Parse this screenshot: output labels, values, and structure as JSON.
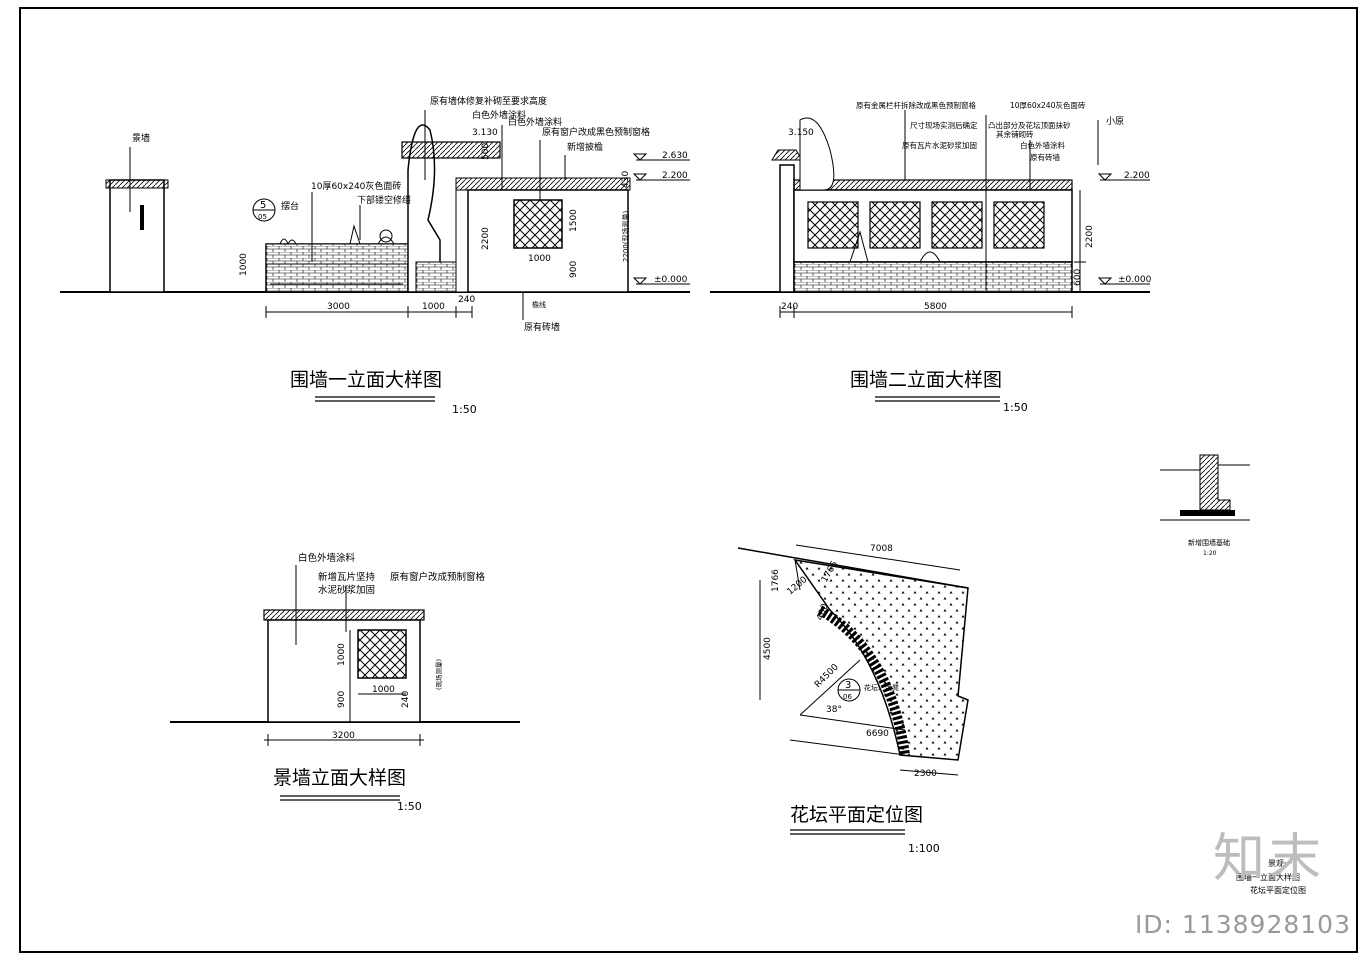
{
  "titles": {
    "wall1": "围墙一立面大样图",
    "wall2": "围墙二立面大样图",
    "landscape_wall": "景墙立面大样图",
    "flowerbed": "花坛平面定位图"
  },
  "scales": {
    "wall1": "1:50",
    "wall2": "1:50",
    "landscape_wall": "1:50",
    "flowerbed": "1:100"
  },
  "wall1": {
    "label_jingqiang": "景墙",
    "label_brick": "10厚60x240灰色面砖",
    "label_planter": "摆台",
    "label_lower_hollow": "下部镂空修缮",
    "label_restore": "原有墙体修复补砌至要求高度",
    "label_white_paint": "白色外墙涂料",
    "label_white_paint2": "白色外墙涂料",
    "label_window": "原有窗户改成黑色预制窗格",
    "label_new_eaves": "新增披檐",
    "label_existing_brick": "原有砖墙",
    "label_beixian": "檐线",
    "callout_top": "5",
    "callout_bottom": "05",
    "elev_3130": "3.130",
    "elev_2630": "2.630",
    "elev_2200": "2.200",
    "elev_zero": "±0.000",
    "dim_3000": "3000",
    "dim_1000a": "1000",
    "dim_240": "240",
    "dim_1000h": "1000",
    "dim_2200": "2200",
    "dim_500": "500",
    "dim_430": "430",
    "dim_1000w": "1000",
    "dim_900": "900",
    "dim_2200b": "2200(现场测量)",
    "dim_1500": "1500"
  },
  "wall2": {
    "label_a": "原有金属栏杆拆除改成黑色预制窗格",
    "label_b": "10厚60x240灰色面砖",
    "label_c": "尺寸现场实测后确定",
    "label_d": "凸出部分及花坛顶面抹砂",
    "label_e": "其余铺砌砖",
    "label_f": "原有瓦片水泥砂浆加固",
    "label_g": "白色外墙涂料",
    "label_h": "原有砖墙",
    "label_i": "小原",
    "elev_3150": "3.150",
    "elev_2200": "2.200",
    "elev_zero": "±0.000",
    "dim_240": "240",
    "dim_5800": "5800",
    "dim_2200": "2200",
    "dim_600": "600"
  },
  "landscape": {
    "label_white": "白色外墙涂料",
    "label_tiles": "新增瓦片坚持",
    "label_window": "原有窗户改成预制窗格",
    "label_mortar": "水泥砂浆加固",
    "dim_1000h": "1000",
    "dim_900": "900",
    "dim_1000w": "1000",
    "dim_240": "240",
    "dim_3200": "3200",
    "dim_side": "(现场测量)"
  },
  "flowerbed": {
    "dim_7008": "7008",
    "dim_1766a": "1766",
    "dim_1766b": "1766",
    "dim_1200": "1200",
    "dim_4500": "4500",
    "dim_r4500": "R4500",
    "dim_6690": "6690",
    "dim_2300": "2300",
    "dim_400": "400",
    "dim_38": "38°",
    "callout_top": "3",
    "callout_bottom": "06",
    "label_seat": "花坛、坐凳"
  },
  "detail": {
    "label": "新增围墙基础",
    "scale": "1:20"
  },
  "titleblock": {
    "line1": "景观一",
    "line2": "围墙一立面大样图",
    "line3": "花坛平面定位图"
  },
  "watermark": {
    "brand": "知末",
    "id": "ID: 1138928103"
  }
}
